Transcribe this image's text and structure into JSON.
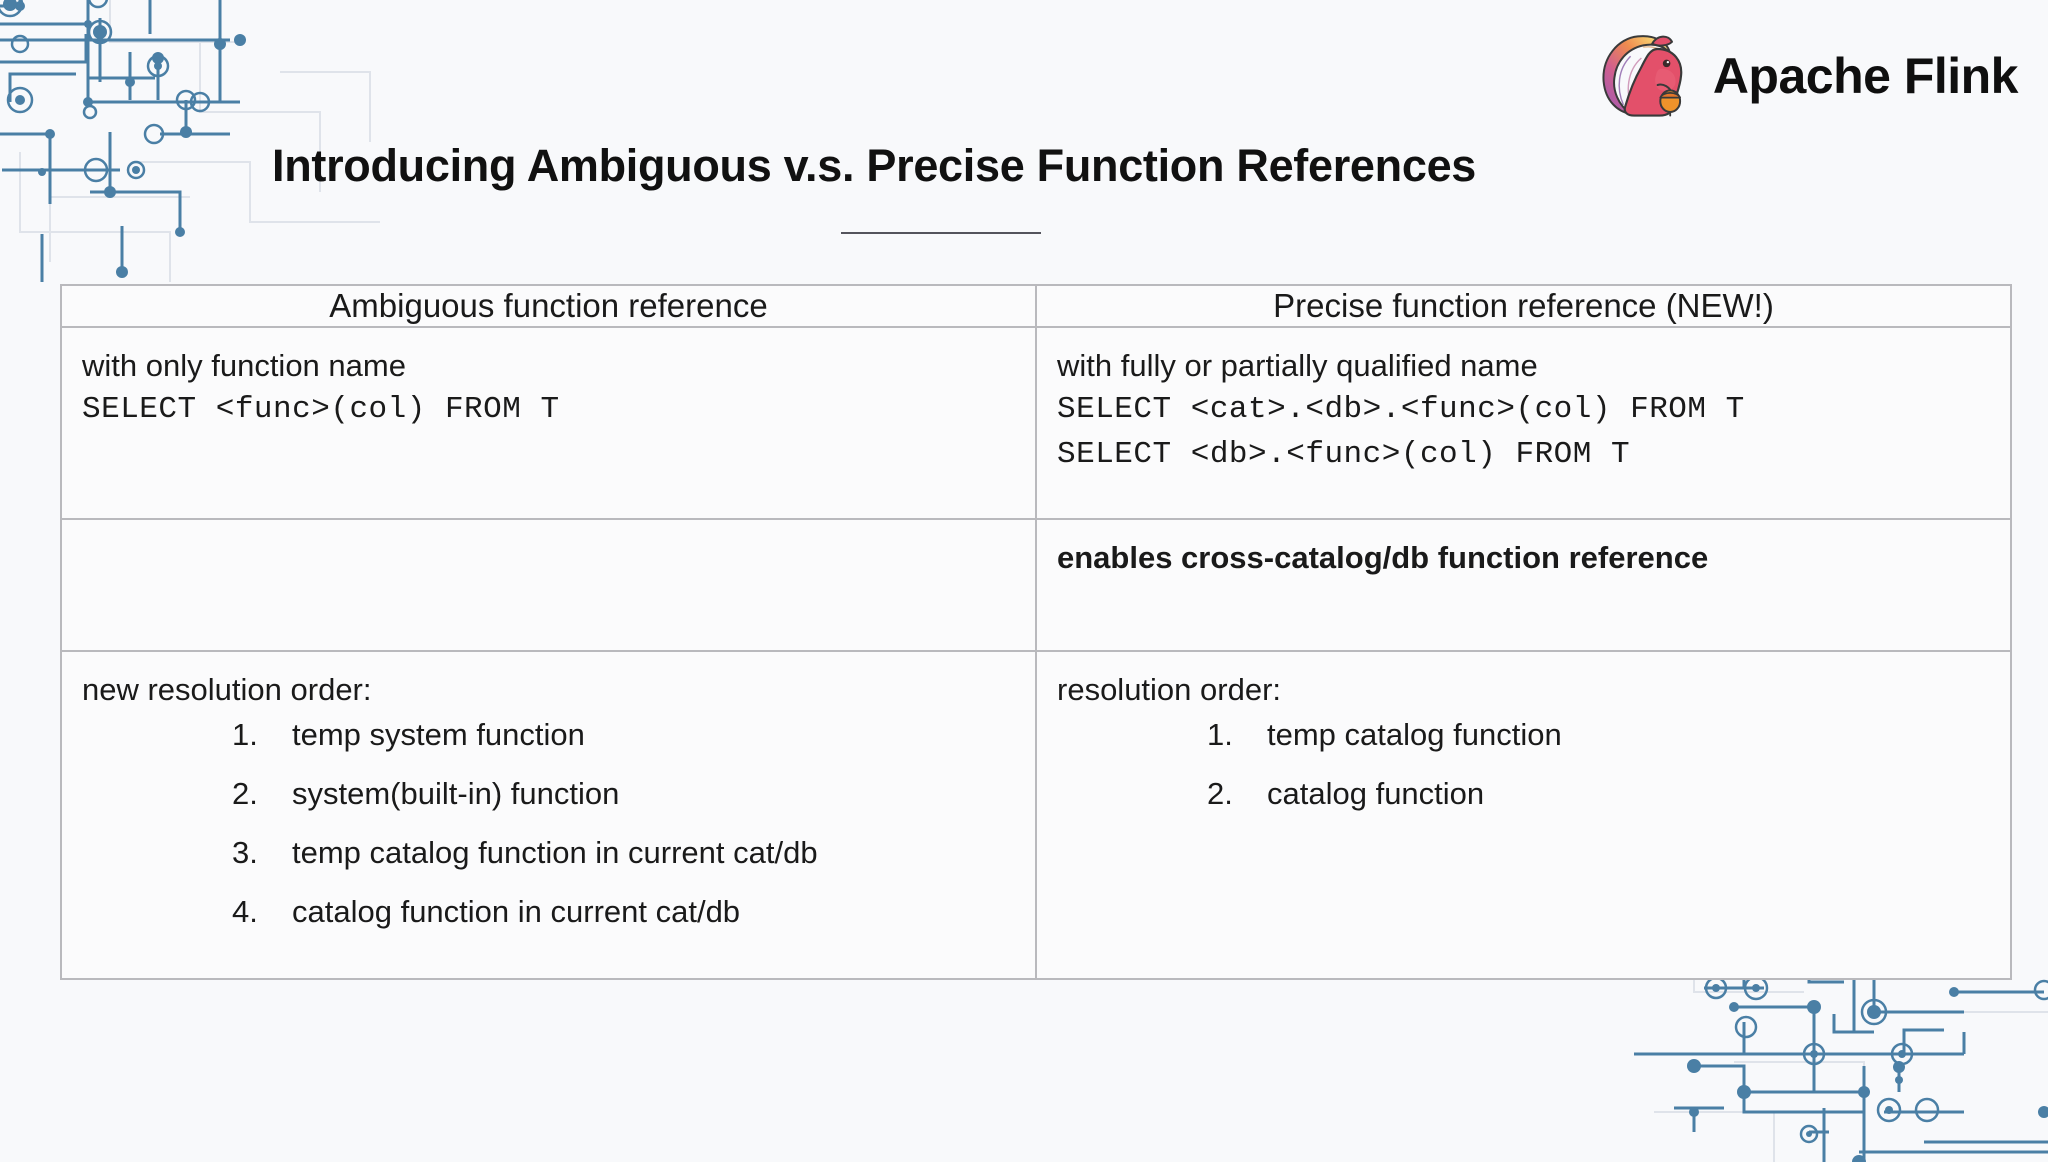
{
  "brand": {
    "name": "Apache Flink",
    "logo_icon": "flink-squirrel-logo",
    "colors": {
      "body": "#e3506a",
      "tail_purple": "#9b59b6",
      "tail_orange": "#f0932b",
      "tail_yellow": "#f6d365",
      "acorn": "#f0932b"
    }
  },
  "slide": {
    "title": "Introducing Ambiguous v.s. Precise Function References"
  },
  "table": {
    "headers": [
      "Ambiguous function reference",
      "Precise function reference (NEW!)"
    ],
    "rows": [
      {
        "left": {
          "description": "with only function name",
          "code": [
            "SELECT <func>(col) FROM T"
          ]
        },
        "right": {
          "description": "with fully or partially qualified name",
          "code": [
            "SELECT <cat>.<db>.<func>(col) FROM T",
            "SELECT <db>.<func>(col) FROM T"
          ]
        }
      },
      {
        "left": {
          "description": ""
        },
        "right": {
          "description": "enables cross-catalog/db function reference"
        }
      },
      {
        "left": {
          "description": "new resolution order:",
          "items": [
            {
              "num": "1.",
              "label": "temp system function"
            },
            {
              "num": "2.",
              "label": "system(built-in) function"
            },
            {
              "num": "3.",
              "label": "temp catalog function in current cat/db"
            },
            {
              "num": "4.",
              "label": "catalog function in current cat/db"
            }
          ]
        },
        "right": {
          "description": "resolution order:",
          "items": [
            {
              "num": "1.",
              "label": "temp catalog function"
            },
            {
              "num": "2.",
              "label": "catalog function"
            }
          ]
        }
      }
    ]
  },
  "decoration": {
    "circuit_top_left": "circuit-pattern",
    "circuit_bottom_right": "circuit-pattern",
    "line_color": "#4a7fa5",
    "background": "#f8f9fb"
  }
}
